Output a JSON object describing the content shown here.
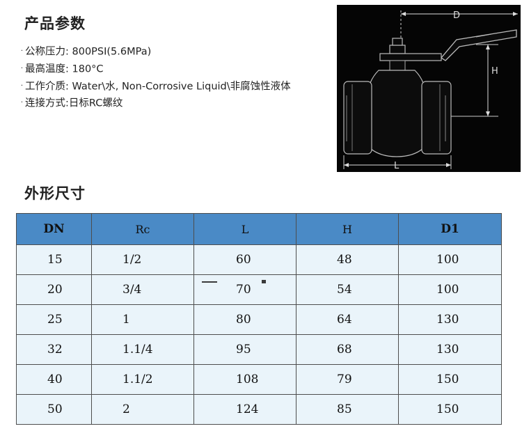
{
  "params": {
    "title": "产品参数",
    "items": [
      "公称压力: 800PSI(5.6MPa)",
      "最高温度: 180°C",
      "工作介质: Water\\水, Non-Corrosive Liquid\\非腐蚀性液体",
      "连接方式:日标RC螺纹"
    ]
  },
  "diagram": {
    "labels": {
      "d": "D",
      "h": "H",
      "l": "L"
    }
  },
  "dimensions": {
    "title": "外形尺寸",
    "headers": [
      "DN",
      "Rc",
      "L",
      "H",
      "D1"
    ],
    "rows": [
      [
        "15",
        "1/2",
        "60",
        "48",
        "100"
      ],
      [
        "20",
        "3/4",
        "70",
        "54",
        "100"
      ],
      [
        "25",
        "1",
        "80",
        "64",
        "130"
      ],
      [
        "32",
        "1.1/4",
        "95",
        "68",
        "130"
      ],
      [
        "40",
        "1.1/2",
        "108",
        "79",
        "150"
      ],
      [
        "50",
        "2",
        "124",
        "85",
        "150"
      ]
    ]
  }
}
